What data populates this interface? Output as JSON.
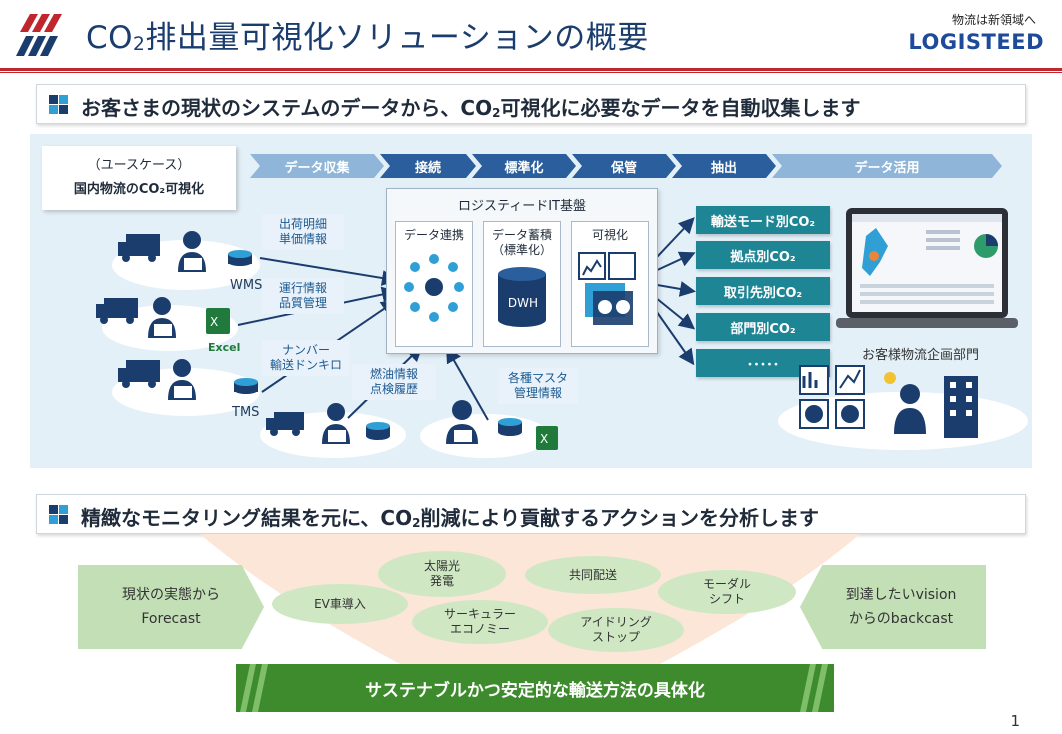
{
  "header": {
    "title_pre": "CO",
    "title_sub": "2",
    "title_post": "排出量可視化ソリューションの概要",
    "tagline": "物流は新領域へ",
    "brand": "LOGISTEED"
  },
  "section1": {
    "pre": "お客さまの現状のシステムのデータから、CO",
    "sub": "2",
    "post": "可視化に必要なデータを自動収集します"
  },
  "usecase": {
    "line1": "（ユースケース）",
    "line2": "国内物流のCO₂可視化"
  },
  "pipeline": [
    "データ収集",
    "接続",
    "標準化",
    "保管",
    "抽出",
    "データ活用"
  ],
  "platform": {
    "title": "ロジスティードIT基盤",
    "boxes": [
      {
        "title": "データ連携"
      },
      {
        "title": "データ蓄積\n（標準化）",
        "label": "DWH"
      },
      {
        "title": "可視化"
      }
    ]
  },
  "sources": {
    "info1": "出荷明細\n単価情報",
    "info2": "運行情報\n品質管理",
    "info3": "ナンバー\n輸送ドンキロ",
    "info4": "燃油情報\n点検履歴",
    "info5": "各種マスタ\n管理情報",
    "wms": "WMS",
    "excel": "Excel",
    "tms": "TMS"
  },
  "outputs": [
    "輸送モード別CO₂",
    "拠点別CO₂",
    "取引先別CO₂",
    "部門別CO₂",
    "･････"
  ],
  "customer_dept": "お客様物流企画部門",
  "section2": {
    "pre": "精緻なモニタリング結果を元に、CO",
    "sub": "2",
    "post": "削減により貢献するアクションを分析します"
  },
  "left_box": {
    "line1": "現状の実態から",
    "line2": "Forecast"
  },
  "right_box": {
    "line1": "到達したいvision",
    "line2": "からのbackcast"
  },
  "actions": [
    "太陽光\n発電",
    "共同配送",
    "モーダル\nシフト",
    "EV車導入",
    "サーキュラー\nエコノミー",
    "アイドリング\nストップ"
  ],
  "conclusion": "サステナブルかつ安定的な輸送方法の具体化",
  "page_number": "1",
  "colors": {
    "accent_red": "#c0262e",
    "navy": "#1b3d6e",
    "teal": "#1e8595",
    "green": "#3e8b2e"
  }
}
